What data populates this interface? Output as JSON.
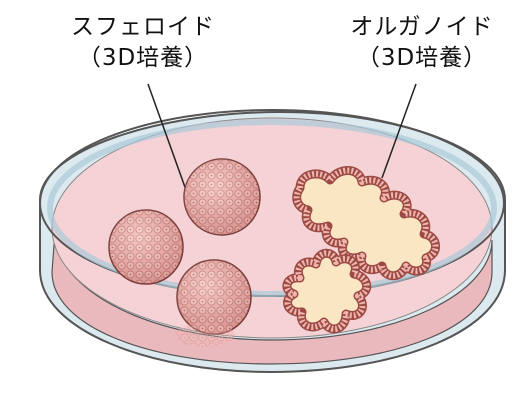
{
  "labels": {
    "spheroid": {
      "name": "スフェロイド",
      "sub": "（3D培養）"
    },
    "organoid": {
      "name": "オルガノイド",
      "sub": "（3D培養）"
    }
  },
  "colors": {
    "dish_rim": "#c8dde8",
    "dish_outline": "#5a5a5a",
    "medium": "#f5d2d5",
    "medium_side": "#eab9bd",
    "spheroid_fill": "#f2b4b0",
    "spheroid_cell": "#d9807c",
    "organoid_lumen": "#fbe6c4",
    "organoid_wall": "#e8a59d"
  }
}
